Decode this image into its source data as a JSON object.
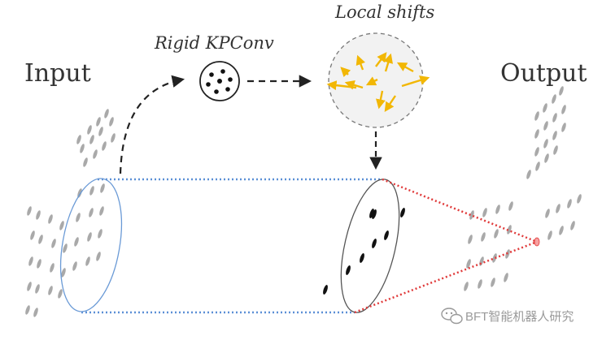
{
  "labels": {
    "input": "Input",
    "output": "Output",
    "rigid_kpconv": "Rigid KPConv",
    "local_shifts": "Local shifts"
  },
  "watermark": {
    "text": "BFT智能机器人研究"
  },
  "colors": {
    "background": "#ffffff",
    "input_ellipse": "#6a9ad6",
    "connector_blue": "#5b8fd6",
    "cone_red": "#e03a3a",
    "shift_arrows": "#f2b705",
    "points_gray": "#a9a9a9",
    "points_black": "#111111"
  },
  "icons": {
    "kpconv_kernel": "kernel-points-icon",
    "watermark": "wechat-logo-icon"
  }
}
